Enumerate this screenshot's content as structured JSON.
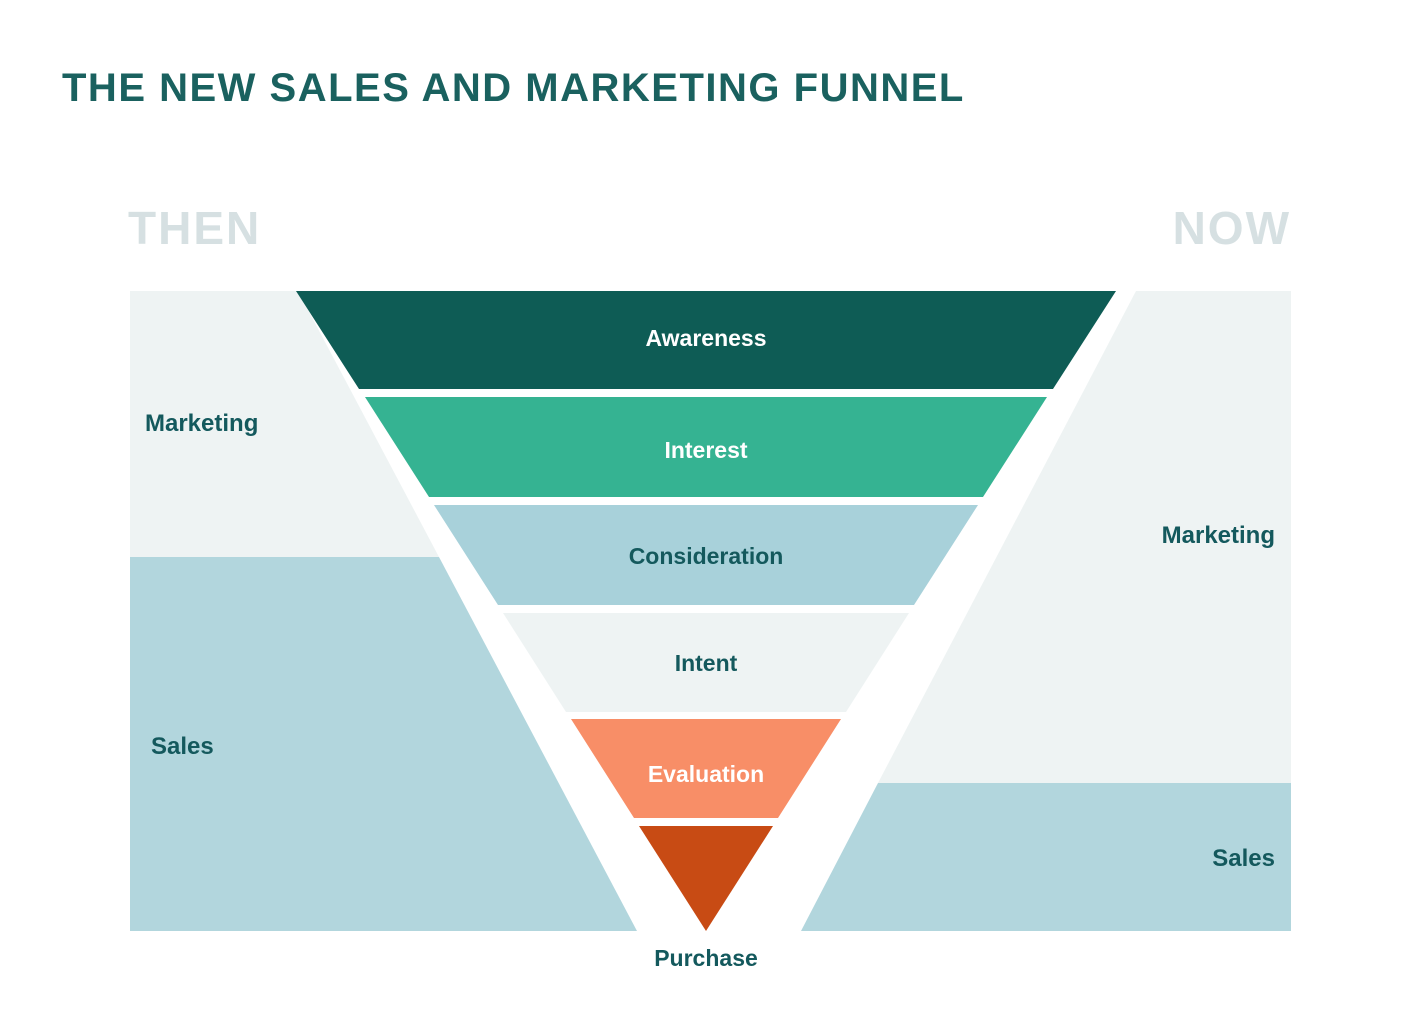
{
  "title": "THE NEW SALES AND MARKETING FUNNEL",
  "eras": {
    "then_label": "THEN",
    "now_label": "NOW"
  },
  "funnel": {
    "stages": [
      {
        "label": "Awareness",
        "color": "#0e5c55",
        "text_color": "#ffffff"
      },
      {
        "label": "Interest",
        "color": "#35b392",
        "text_color": "#ffffff"
      },
      {
        "label": "Consideration",
        "color": "#a8d1da",
        "text_color": "#14595d"
      },
      {
        "label": "Intent",
        "color": "#eef3f3",
        "text_color": "#14595d"
      },
      {
        "label": "Evaluation",
        "color": "#f88e67",
        "text_color": "#ffffff"
      },
      {
        "label": "Purchase",
        "color": "#c84b14",
        "text_color": "#14595d"
      }
    ]
  },
  "then_panel": {
    "marketing_label": "Marketing",
    "sales_label": "Sales"
  },
  "now_panel": {
    "marketing_label": "Marketing",
    "sales_label": "Sales"
  },
  "colors": {
    "title_text": "#1a615f",
    "era_text": "#d6e0e2",
    "panel_gray": "#eef3f3",
    "panel_blue": "#b2d6dd",
    "side_label_text": "#14595d",
    "background": "#ffffff"
  }
}
